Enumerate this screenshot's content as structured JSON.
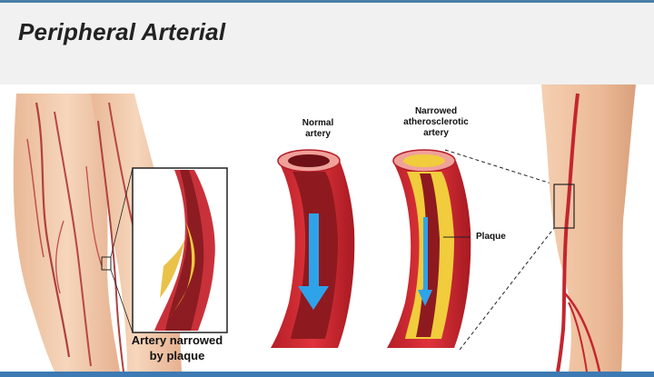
{
  "page": {
    "title": "Peripheral Arterial"
  },
  "labels": {
    "normal_artery": "Normal\nartery",
    "narrowed_artery": "Narrowed\natherosclerotic\nartery",
    "plaque": "Plaque",
    "zoom_caption": "Artery narrowed\nby plaque"
  },
  "colors": {
    "artery_wall": "#c92a32",
    "artery_inner": "#8e1a20",
    "plaque": "#f1cc3c",
    "blood_flow_arrow": "#2ea3ea",
    "skin": "#f0c4a4",
    "accent_blue": "#3d7ab3"
  }
}
